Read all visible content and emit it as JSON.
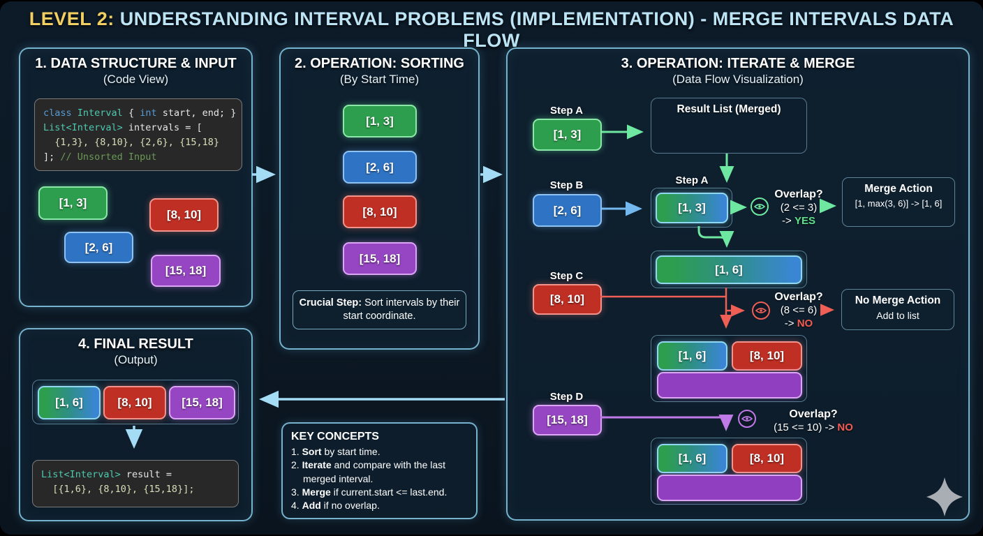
{
  "title": {
    "level": "LEVEL 2:",
    "rest": " UNDERSTANDING INTERVAL PROBLEMS (IMPLEMENTATION) - MERGE INTERVALS DATA FLOW"
  },
  "chips": {
    "i13": "[1, 3]",
    "i26": "[2, 6]",
    "i810": "[8, 10]",
    "i1518": "[15, 18]",
    "i16": "[1, 6]"
  },
  "panel1": {
    "title": "1. DATA STRUCTURE & INPUT",
    "subtitle": "(Code View)",
    "code": {
      "kw_class": "class ",
      "type_interval": "Interval",
      "brace_open": " { ",
      "kw_int": "int",
      "rest1": " start, end; }",
      "type_list": "List<Interval>",
      "rest2": " intervals = [",
      "line3": "  {1,3}, {8,10}, {2,6}, {15,18}",
      "bracket_close": "]; ",
      "comment": "// Unsorted Input"
    }
  },
  "panel2": {
    "title": "2. OPERATION: SORTING",
    "subtitle": "(By Start Time)",
    "note_bold": "Crucial Step:",
    "note_rest": " Sort intervals by their start coordinate."
  },
  "panel3": {
    "title": "3. OPERATION: ITERATE & MERGE",
    "subtitle": "(Data Flow Visualization)",
    "result_list_title": "Result List (Merged)",
    "steps": {
      "a": "Step A",
      "b": "Step B",
      "c": "Step C",
      "d": "Step D",
      "a2": "Step A"
    },
    "overlap_a": {
      "q": "Overlap?",
      "cond": "(2 <= 3)",
      "arrow": "-> ",
      "verdict": "YES"
    },
    "overlap_b": {
      "q": "Overlap?",
      "cond": "(8 <= 6)",
      "arrow": "-> ",
      "verdict": "NO"
    },
    "overlap_c": {
      "q": "Overlap?",
      "cond": "(15 <= 10) -> ",
      "verdict": "NO"
    },
    "merge_action": {
      "title": "Merge Action",
      "body": "[1, max(3, 6)] -> [1, 6]"
    },
    "no_merge_action": {
      "title": "No Merge Action",
      "body": "Add to list"
    }
  },
  "panel4": {
    "title": "4. FINAL RESULT",
    "subtitle": "(Output)",
    "code": {
      "type_list": "List<Interval>",
      "rest1": " result =",
      "line2": "  [{1,6}, {8,10}, {15,18}];"
    }
  },
  "key_concepts": {
    "title": "KEY CONCEPTS",
    "items": [
      {
        "num": "1. ",
        "bold": "Sort",
        "rest": " by start time."
      },
      {
        "num": "2. ",
        "bold": "Iterate",
        "rest": " and compare with the last merged interval."
      },
      {
        "num": "3. ",
        "bold": "Merge",
        "rest": " if current.start <= last.end."
      },
      {
        "num": "4. ",
        "bold": "Add",
        "rest": " if no overlap."
      }
    ]
  },
  "colors": {
    "accent_border": "#7ec8e3",
    "green_fill": "#2d9e4d",
    "blue_fill": "#2f74c4",
    "red_fill": "#bf2f24",
    "purple_fill": "#9646c2",
    "gradient_border": "#8fd8f0",
    "yes_green": "#5ce08a",
    "no_red": "#f25c52",
    "title_yellow": "#f2cf63",
    "title_blue": "#bce4f5"
  }
}
